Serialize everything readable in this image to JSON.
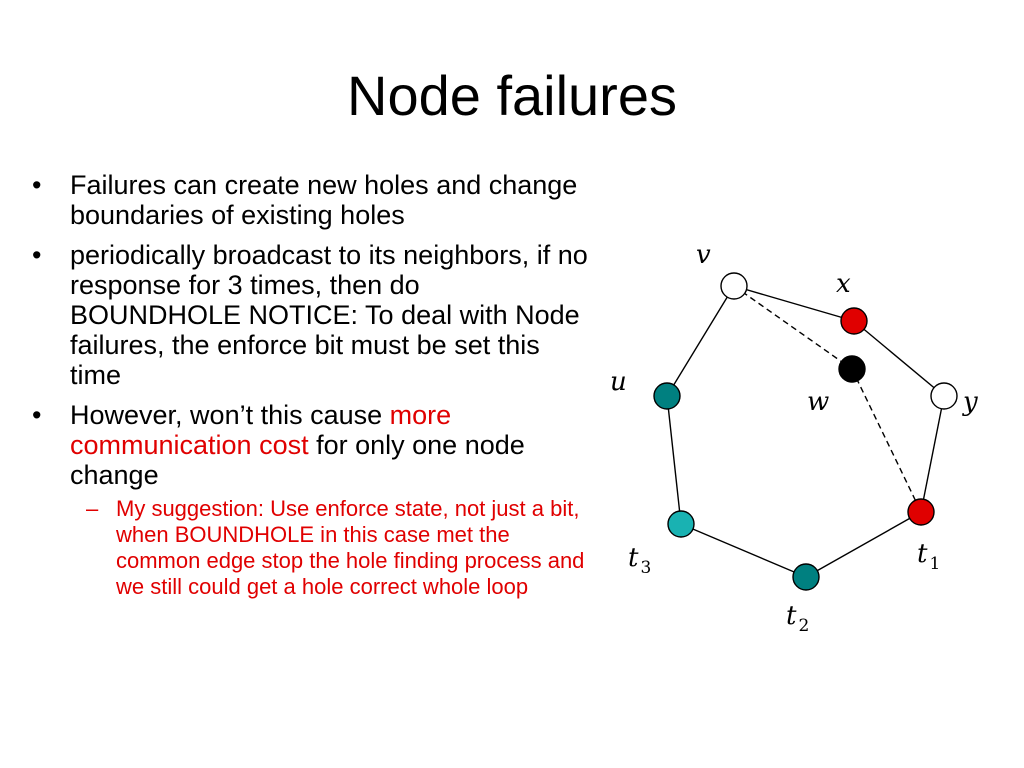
{
  "slide": {
    "title": "Node failures",
    "bullets": [
      {
        "parts": [
          {
            "text": "Failures can create new holes and change boundaries of existing holes",
            "highlight": false
          }
        ]
      },
      {
        "parts": [
          {
            "text": "periodically broadcast to its neighbors, if no response for 3 times, then do BOUNDHOLE NOTICE: To deal with Node failures, the enforce bit must be set this time",
            "highlight": false
          }
        ]
      },
      {
        "parts": [
          {
            "text": "However, won’t this cause ",
            "highlight": false
          },
          {
            "text": "more communication cost",
            "highlight": true
          },
          {
            "text": " for only one node change",
            "highlight": false
          }
        ],
        "sub_bullets": [
          "My suggestion: Use enforce state, not just a bit, when BOUNDHOLE in this case met the common edge stop the hole finding process and we still could get a hole correct whole loop"
        ]
      }
    ],
    "bullet_glyph": "•",
    "sub_bullet_glyph": "–"
  },
  "diagram": {
    "colors": {
      "red_node": "#e00000",
      "teal_node": "#008080",
      "light_teal_node": "#19b2b2",
      "black_node": "#000000",
      "white_node": "#ffffff",
      "edge": "#000000"
    },
    "nodes": {
      "v": {
        "label": "v",
        "sub": "",
        "fill": "white_node"
      },
      "x": {
        "label": "x",
        "sub": "",
        "fill": "red_node"
      },
      "w": {
        "label": "w",
        "sub": "",
        "fill": "black_node"
      },
      "y": {
        "label": "y",
        "sub": "",
        "fill": "white_node"
      },
      "u": {
        "label": "u",
        "sub": "",
        "fill": "teal_node"
      },
      "t1": {
        "label": "t",
        "sub": "1",
        "fill": "red_node"
      },
      "t2": {
        "label": "t",
        "sub": "2",
        "fill": "teal_node"
      },
      "t3": {
        "label": "t",
        "sub": "3",
        "fill": "light_teal_node"
      }
    },
    "edges": [
      {
        "from": "v",
        "to": "x",
        "style": "solid"
      },
      {
        "from": "x",
        "to": "y",
        "style": "solid"
      },
      {
        "from": "y",
        "to": "t1",
        "style": "solid"
      },
      {
        "from": "t1",
        "to": "t2",
        "style": "solid"
      },
      {
        "from": "t2",
        "to": "t3",
        "style": "solid"
      },
      {
        "from": "t3",
        "to": "u",
        "style": "solid"
      },
      {
        "from": "u",
        "to": "v",
        "style": "solid"
      },
      {
        "from": "v",
        "to": "w",
        "style": "dashed"
      },
      {
        "from": "w",
        "to": "t1",
        "style": "dashed"
      }
    ]
  }
}
